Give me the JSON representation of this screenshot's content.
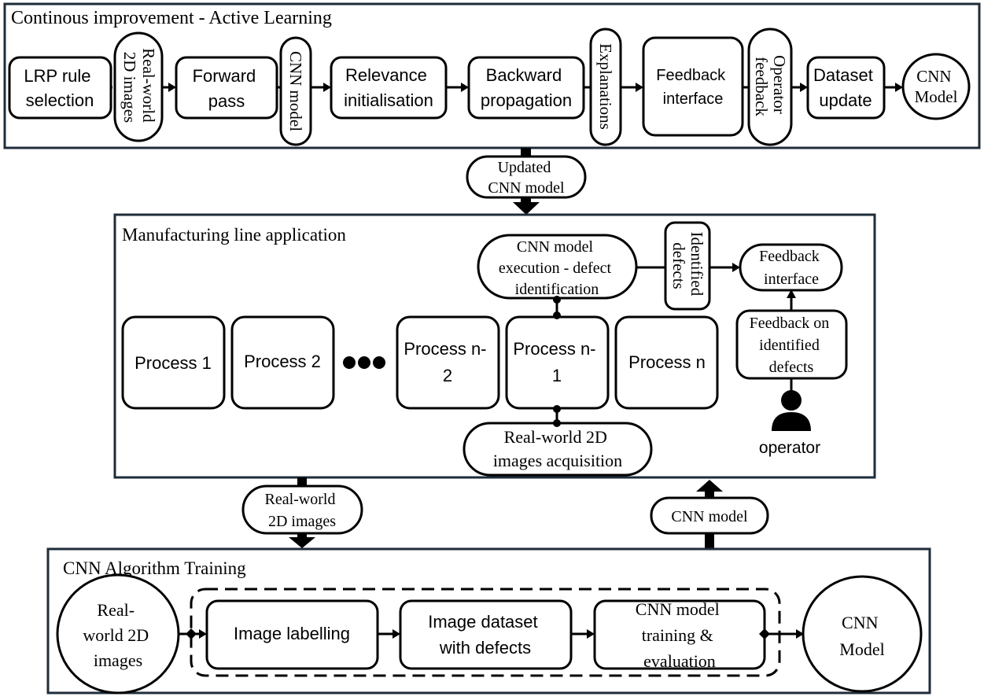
{
  "top_section": {
    "title": "Continous improvement - Active Learning",
    "lrp": [
      "LRP rule",
      "selection"
    ],
    "real_world_vertical": [
      "Real-world",
      "2D images"
    ],
    "forward": [
      "Forward",
      "pass"
    ],
    "cnn_model_vertical": "CNN model",
    "relevance": [
      "Relevance",
      "initialisation"
    ],
    "backward": [
      "Backward",
      "propagation"
    ],
    "explanations": "Explanations",
    "feedback_interface": [
      "Feedback",
      "interface"
    ],
    "operator_feedback": [
      "Operator",
      "feedback"
    ],
    "dataset_update": [
      "Dataset",
      "update"
    ],
    "cnn_model_circle": [
      "CNN",
      "Model"
    ]
  },
  "updated_model": [
    "Updated",
    "CNN model"
  ],
  "middle_section": {
    "title": "Manufacturing line application",
    "process_1": "Process 1",
    "process_2": "Process 2",
    "process_n2": [
      "Process n-",
      "2"
    ],
    "process_n1": [
      "Process n-",
      "1"
    ],
    "process_n": "Process n",
    "cnn_execution": [
      "CNN model",
      "execution - defect",
      "identification"
    ],
    "identified_defects": [
      "Identified",
      "defects"
    ],
    "feedback_interface": [
      "Feedback",
      "interface"
    ],
    "feedback_on_defects": [
      "Feedback on",
      "identified",
      "defects"
    ],
    "operator": "operator",
    "acquisition": [
      "Real-world 2D",
      "images acquisition"
    ]
  },
  "real_world_images": [
    "Real-world",
    "2D images"
  ],
  "cnn_model_label": "CNN model",
  "bottom_section": {
    "title": "CNN Algorithm Training",
    "real_world_circle": [
      "Real-",
      "world 2D",
      "images"
    ],
    "image_labelling": "Image labelling",
    "image_dataset": [
      "Image dataset",
      "with defects"
    ],
    "training": [
      "CNN model",
      "training &",
      "evaluation"
    ],
    "cnn_model_circle": [
      "CNN",
      "Model"
    ]
  }
}
